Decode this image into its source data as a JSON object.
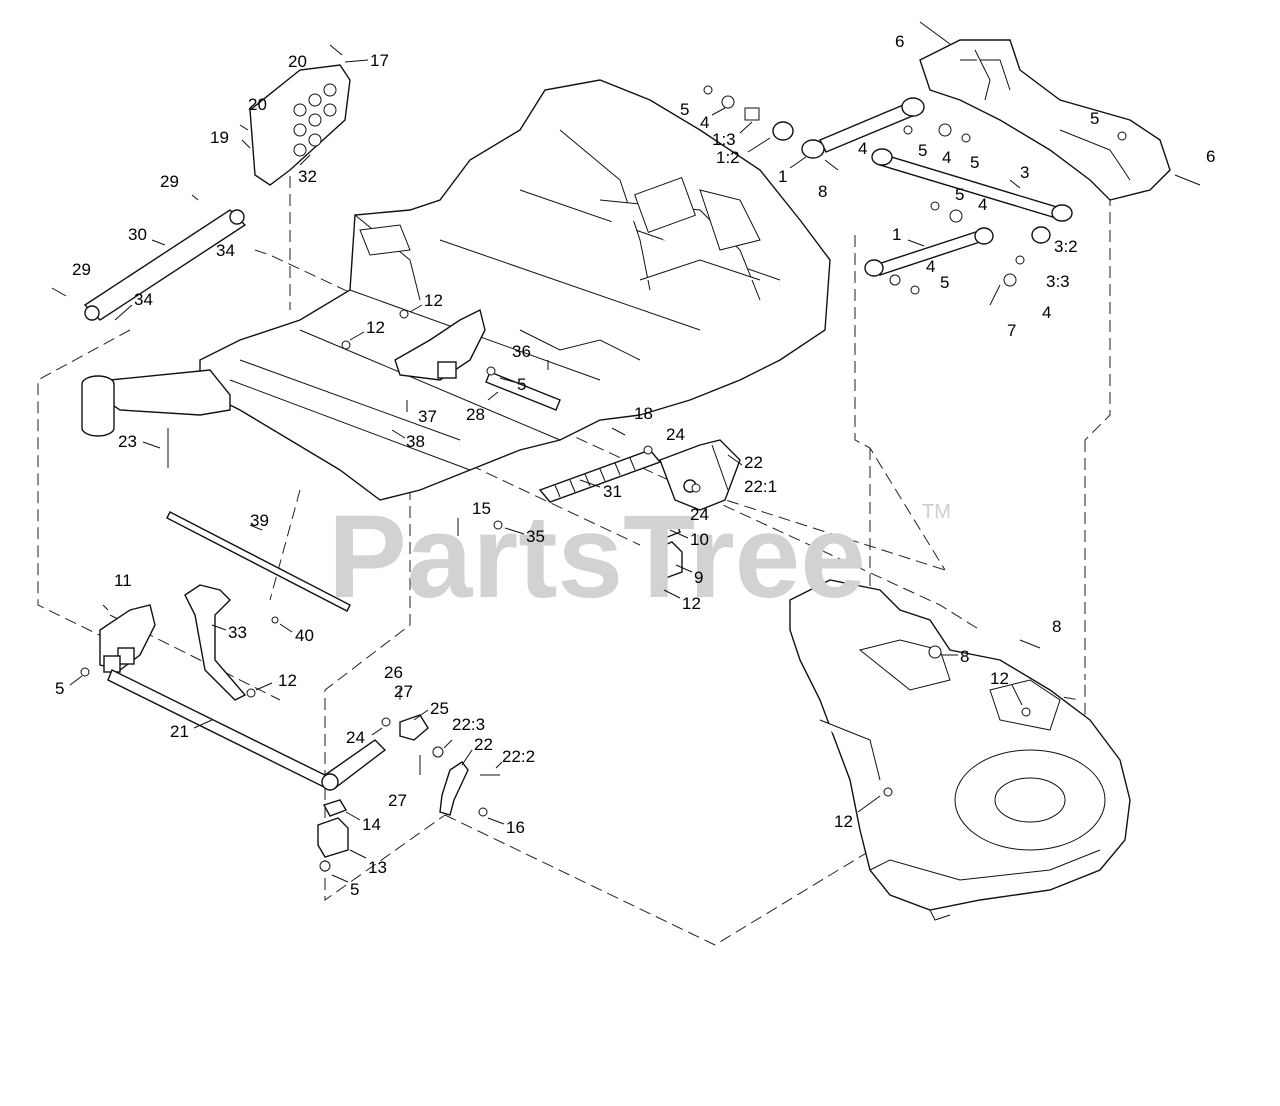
{
  "watermark": {
    "text": "PartsTree",
    "trademark": "TM"
  },
  "callouts": [
    {
      "label": "17"
    },
    {
      "label": "20"
    },
    {
      "label": "20"
    },
    {
      "label": "19"
    },
    {
      "label": "32"
    },
    {
      "label": "29"
    },
    {
      "label": "30"
    },
    {
      "label": "34"
    },
    {
      "label": "29"
    },
    {
      "label": "34"
    },
    {
      "label": "12"
    },
    {
      "label": "12"
    },
    {
      "label": "36"
    },
    {
      "label": "5"
    },
    {
      "label": "28"
    },
    {
      "label": "37"
    },
    {
      "label": "38"
    },
    {
      "label": "23"
    },
    {
      "label": "18"
    },
    {
      "label": "24"
    },
    {
      "label": "22"
    },
    {
      "label": "22:1"
    },
    {
      "label": "31"
    },
    {
      "label": "24"
    },
    {
      "label": "15"
    },
    {
      "label": "35"
    },
    {
      "label": "10"
    },
    {
      "label": "9"
    },
    {
      "label": "12"
    },
    {
      "label": "39"
    },
    {
      "label": "40"
    },
    {
      "label": "11"
    },
    {
      "label": "33"
    },
    {
      "label": "5"
    },
    {
      "label": "12"
    },
    {
      "label": "21"
    },
    {
      "label": "26"
    },
    {
      "label": "27"
    },
    {
      "label": "25"
    },
    {
      "label": "24"
    },
    {
      "label": "22:3"
    },
    {
      "label": "22"
    },
    {
      "label": "22:2"
    },
    {
      "label": "27"
    },
    {
      "label": "14"
    },
    {
      "label": "16"
    },
    {
      "label": "13"
    },
    {
      "label": "5"
    },
    {
      "label": "6"
    },
    {
      "label": "5"
    },
    {
      "label": "4"
    },
    {
      "label": "1:3"
    },
    {
      "label": "1:2"
    },
    {
      "label": "1"
    },
    {
      "label": "8"
    },
    {
      "label": "4"
    },
    {
      "label": "5"
    },
    {
      "label": "4"
    },
    {
      "label": "5"
    },
    {
      "label": "5"
    },
    {
      "label": "6"
    },
    {
      "label": "3"
    },
    {
      "label": "5"
    },
    {
      "label": "4"
    },
    {
      "label": "1"
    },
    {
      "label": "3:2"
    },
    {
      "label": "4"
    },
    {
      "label": "3:3"
    },
    {
      "label": "5"
    },
    {
      "label": "4"
    },
    {
      "label": "7"
    },
    {
      "label": "8"
    },
    {
      "label": "8"
    },
    {
      "label": "12"
    },
    {
      "label": "12"
    }
  ]
}
